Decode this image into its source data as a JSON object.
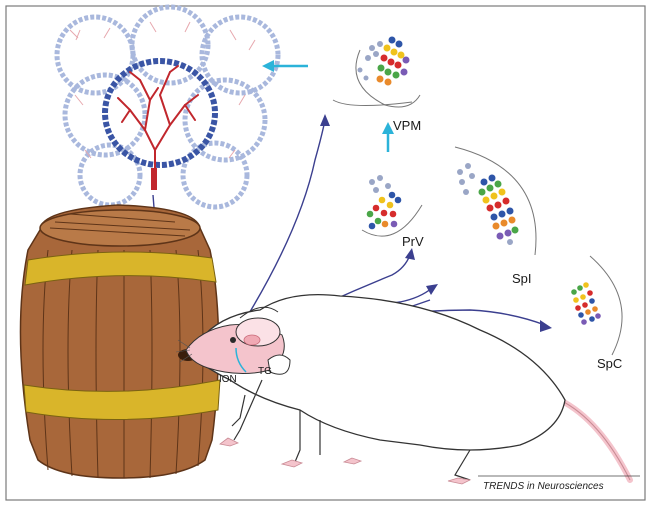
{
  "labels": {
    "vpm": "VPM",
    "prv": "PrV",
    "spi": "SpI",
    "spc": "SpC",
    "ion": "ION",
    "tg": "TG"
  },
  "credit": "TRENDS in Neurosciences",
  "colors": {
    "barrel_wood": "#a8673a",
    "barrel_band": "#d9b52a",
    "barrel_dark": "#5e3418",
    "rat_body": "#ffffff",
    "rat_pink": "#f4c4cc",
    "nerve_line": "#3b3f8f",
    "cyan_arrow": "#2bb3d9",
    "vessel_red": "#c1272d",
    "ring_blue": "#3a55a5",
    "ring_light": "#a9b8dd"
  },
  "icons": {
    "barrel": "barrel-icon",
    "rat": "rat-icon",
    "cortex": "cortex-barrel-field",
    "nuclei": "brainstem-nucleus-icon"
  }
}
